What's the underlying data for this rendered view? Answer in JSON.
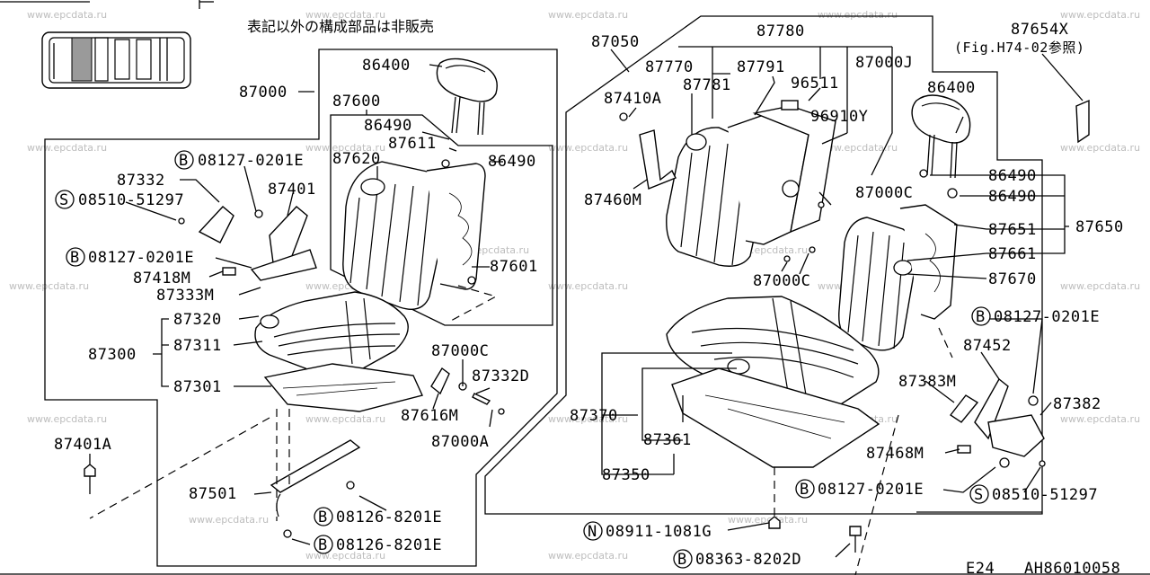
{
  "note": "表記以外の構成部品は非販売",
  "figure_ref": "(Fig.H74-02参照)",
  "footer": {
    "section": "E24",
    "illustration_no": "AH86010058"
  },
  "watermark": "www.epcdata.ru",
  "prefix_symbols": {
    "B": "B",
    "S": "S",
    "N": "N"
  },
  "parts": {
    "p86400_l": "86400",
    "p87000": "87000",
    "p87600": "87600",
    "p86490_l1": "86490",
    "p87611": "87611",
    "p86490_l2": "86490",
    "p87620": "87620",
    "p08127_a": "08127-0201E",
    "p87332": "87332",
    "p08510_a": "08510-51297",
    "p87401": "87401",
    "p08127_b": "08127-0201E",
    "p87418m": "87418M",
    "p87333m": "87333M",
    "p87601": "87601",
    "p87320": "87320",
    "p87311": "87311",
    "p87300": "87300",
    "p87301": "87301",
    "p87000c_l": "87000C",
    "p87332d": "87332D",
    "p87616m": "87616M",
    "p87000a": "87000A",
    "p87401a": "87401A",
    "p87501": "87501",
    "p08126_a": "08126-8201E",
    "p08126_b": "08126-8201E",
    "p87050": "87050",
    "p87780": "87780",
    "p87654x": "87654X",
    "p87770": "87770",
    "p87791": "87791",
    "p87000j": "87000J",
    "p87410a": "87410A",
    "p87781": "87781",
    "p96511": "96511",
    "p96910y": "96910Y",
    "p86400_r": "86400",
    "p87460m": "87460M",
    "p87000c_r1": "87000C",
    "p86490_r1": "86490",
    "p86490_r2": "86490",
    "p87651": "87651",
    "p87650": "87650",
    "p87661": "87661",
    "p87000c_r2": "87000C",
    "p87670": "87670",
    "p08127_c": "08127-0201E",
    "p87452": "87452",
    "p87383m": "87383M",
    "p87382": "87382",
    "p87370": "87370",
    "p87361": "87361",
    "p87350": "87350",
    "p87468m": "87468M",
    "p08127_d": "08127-0201E",
    "p08510_b": "08510-51297",
    "p08911": "08911-1081G",
    "p08363": "08363-8202D"
  }
}
